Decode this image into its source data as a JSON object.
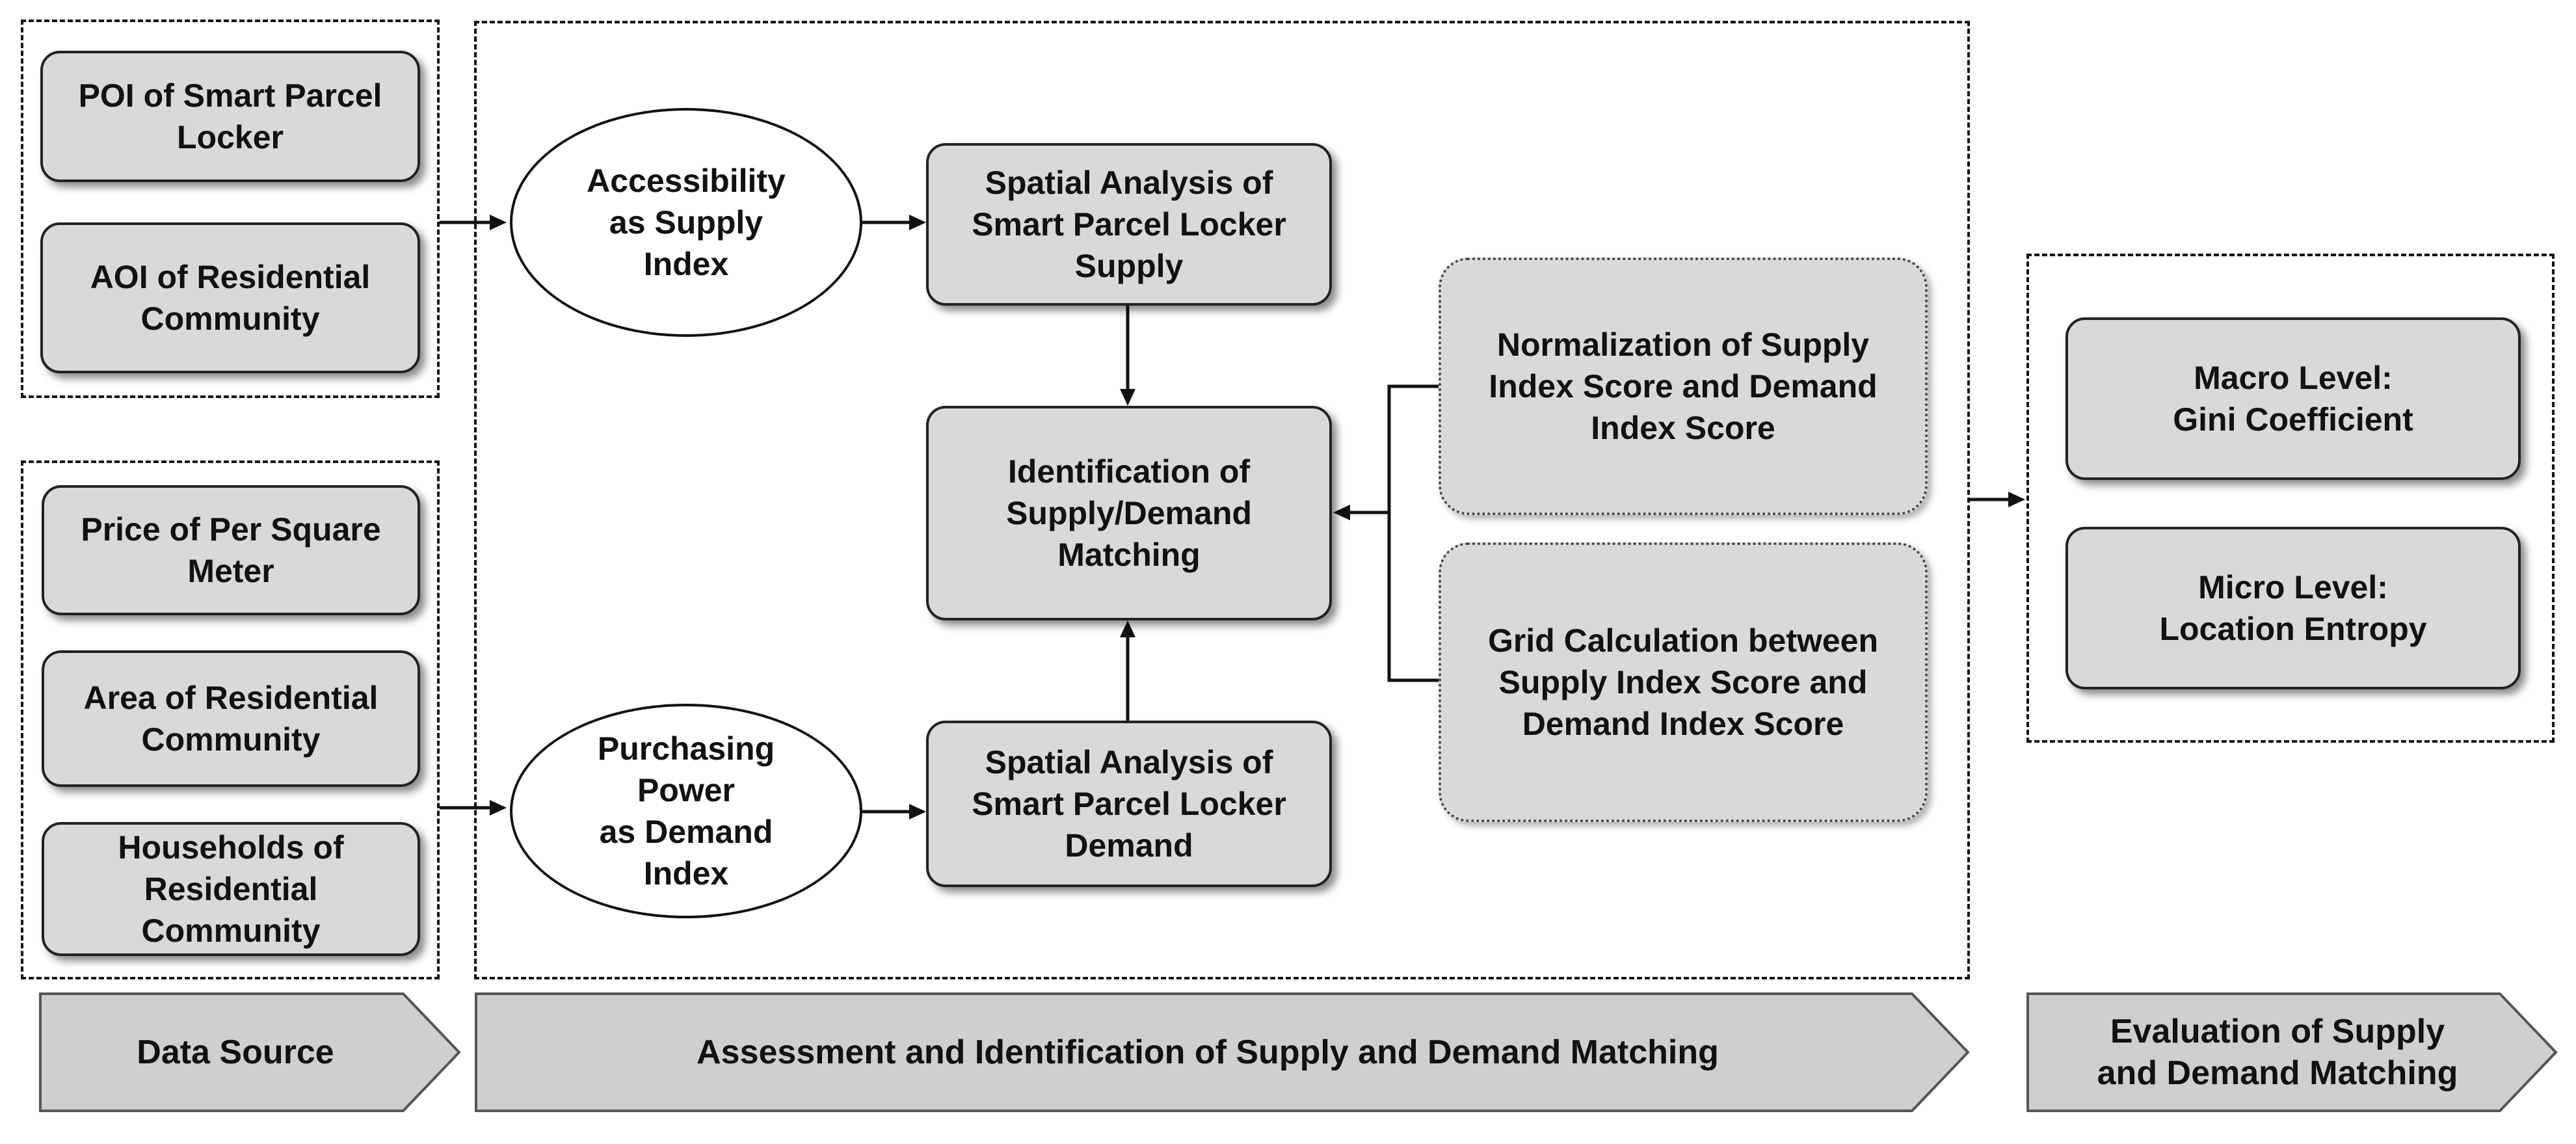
{
  "data_source": {
    "group1": [
      {
        "id": "poi",
        "label": "POI of Smart Parcel\nLocker"
      },
      {
        "id": "aoi",
        "label": "AOI of Residential\nCommunity"
      }
    ],
    "group2": [
      {
        "id": "price",
        "label": "Price of Per Square\nMeter"
      },
      {
        "id": "area",
        "label": "Area of Residential\nCommunity"
      },
      {
        "id": "households",
        "label": "Households of\nResidential\nCommunity"
      }
    ]
  },
  "assessment": {
    "supply_index": "Accessibility\nas Supply\nIndex",
    "demand_index": "Purchasing\nPower\nas Demand\nIndex",
    "supply_analysis": "Spatial Analysis of\nSmart Parcel Locker\nSupply",
    "demand_analysis": "Spatial Analysis of\nSmart Parcel Locker\nDemand",
    "identification": "Identification of\nSupply/Demand\nMatching",
    "normalization": "Normalization of Supply\nIndex Score and Demand\nIndex Score",
    "grid_calculation": "Grid Calculation between\nSupply Index Score and\nDemand Index Score"
  },
  "evaluation": {
    "macro": "Macro Level:\nGini Coefficient",
    "micro": "Micro Level:\nLocation Entropy"
  },
  "stages": {
    "data_source": "Data Source",
    "assessment": "Assessment and Identification of Supply and Demand Matching",
    "evaluation": "Evaluation of Supply\nand Demand Matching"
  },
  "colors": {
    "box_fill": "#d9d9d9",
    "banner_fill": "#cfcfcf",
    "ellipse_fill": "#ffffff",
    "line": "#111111"
  }
}
